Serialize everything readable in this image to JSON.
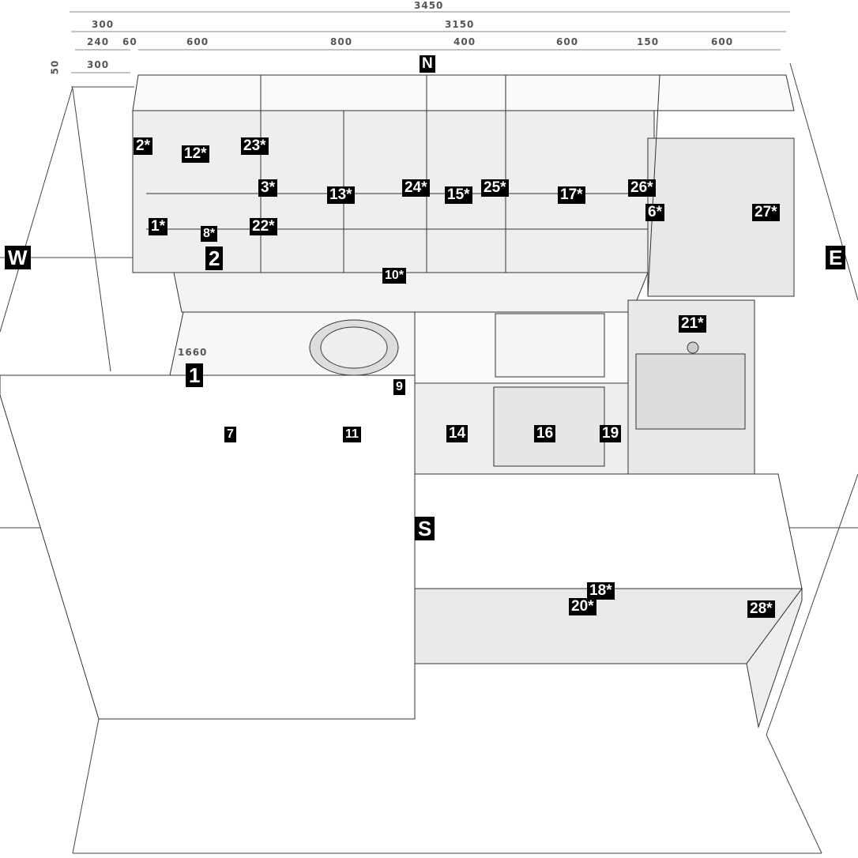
{
  "dimensions": {
    "total_width": "3450",
    "main_run": "3150",
    "left_depth": "300",
    "left_240": "240",
    "left_60": "60",
    "seg_1": "600",
    "seg_2": "800",
    "seg_3": "400",
    "seg_4": "600",
    "seg_5": "150",
    "seg_6": "600",
    "left_lower_300": "300",
    "height_50": "50",
    "counter_1660": "1660"
  },
  "compass": {
    "north": "N",
    "west": "W",
    "east": "E",
    "south": "S"
  },
  "markers": {
    "m2s": "2*",
    "m12s": "12*",
    "m23s": "23*",
    "m1s": "1*",
    "m8s": "8*",
    "m22s": "22*",
    "m2": "2",
    "m3s": "3*",
    "m13s": "13*",
    "m24s": "24*",
    "m15s": "15*",
    "m25s": "25*",
    "m17s": "17*",
    "m26s": "26*",
    "m6s": "6*",
    "m27s": "27*",
    "m10s": "10*",
    "m21s": "21*",
    "m1": "1",
    "m9": "9",
    "m7": "7",
    "m11": "11",
    "m14": "14",
    "m16": "16",
    "m19": "19",
    "m18s": "18*",
    "m20s": "20*",
    "m28s": "28*"
  }
}
